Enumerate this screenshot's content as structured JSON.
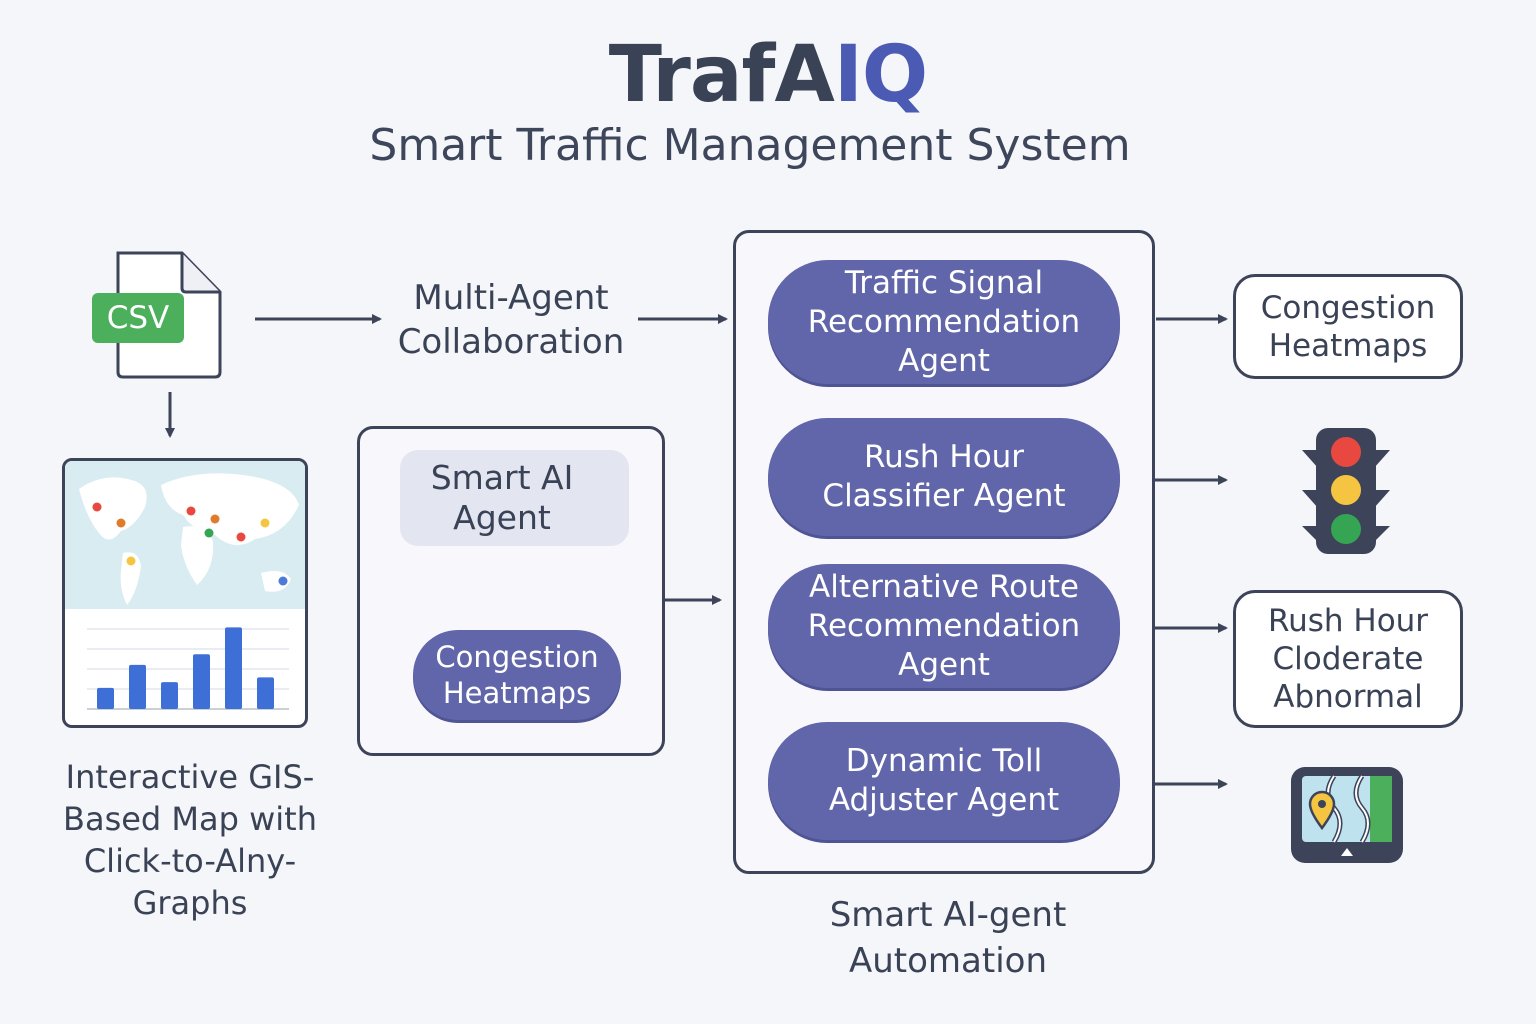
{
  "header": {
    "title_main": "TrafA",
    "title_accent": "IQ",
    "subtitle": "Smart Traffic Management System"
  },
  "input": {
    "csv_label": "CSV"
  },
  "collaboration_label": "Multi-Agent Collaboration",
  "map_panel": {
    "caption": "Interactive GIS-Based Map with Click-to-Alny- Graphs",
    "bar_values": [
      0.22,
      0.46,
      0.28,
      0.57,
      0.85,
      0.33
    ]
  },
  "smart_agent_panel": {
    "agent_label": "Smart AI Agent",
    "heatmap_label": "Congestion Heatmaps"
  },
  "automation": {
    "caption": "Smart AI-gent Automation",
    "agents": [
      "Traffic Signal Recommendation Agent",
      "Rush Hour Classifier Agent",
      "Alternative Route Recommendation Agent",
      "Dynamic Toll Adjuster Agent"
    ]
  },
  "outputs": {
    "congestion_heatmaps": "Congestion Heatmaps",
    "traffic_light_icon": "traffic-light-icon",
    "rush_hour_status": "Rush Hour Cloderate Abnormal",
    "route_map_icon": "route-map-icon"
  },
  "colors": {
    "accent": "#4b5bb4",
    "pill": "#6166aa",
    "outline": "#3d4459",
    "csv_green": "#4caf5c",
    "light_red": "#e8483f",
    "light_yellow": "#f5c542",
    "light_green": "#35a453"
  }
}
